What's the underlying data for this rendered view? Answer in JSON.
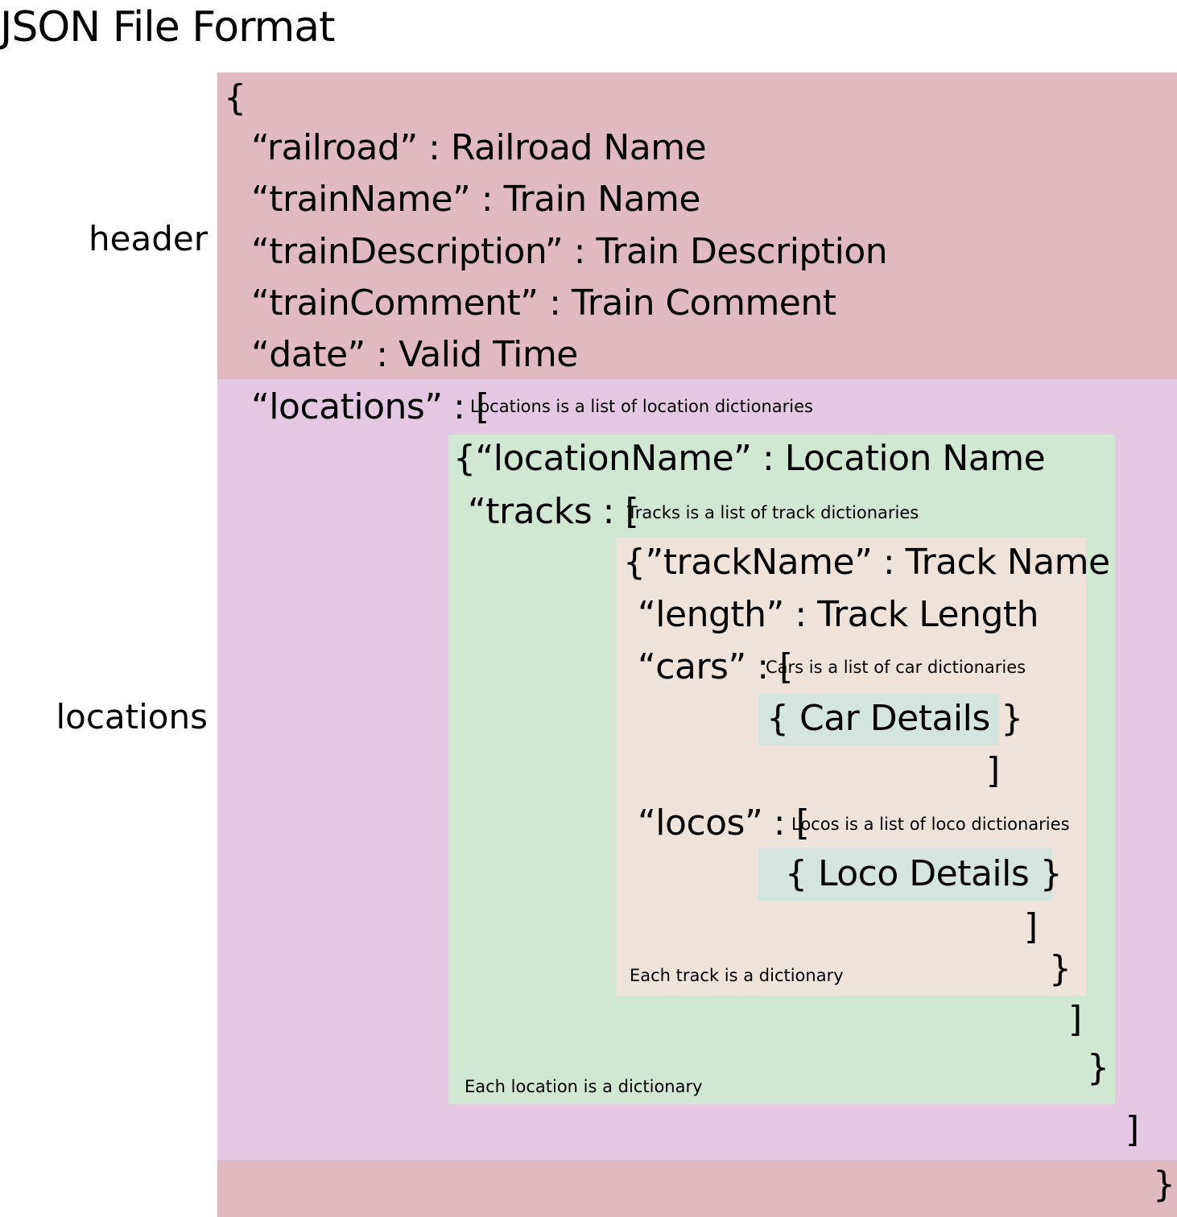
{
  "title": "JSON File Format",
  "colors": {
    "header": "#e0bac0",
    "locations": "#e4c8e3",
    "location": "#d0e7d2",
    "track": "#efe3d9",
    "details": "#d3e5de"
  },
  "side_labels": {
    "header": "header",
    "locations": "locations"
  },
  "header": {
    "open_brace": "{",
    "lines": [
      "“railroad” : Railroad Name",
      "“trainName” : Train Name",
      "“trainDescription” : Train Description",
      "“trainComment” : Train Comment",
      "“date” : Valid Time"
    ],
    "close_brace": "}"
  },
  "locations": {
    "key": "“locations” : [",
    "note": "Locations is a list of location dictionaries",
    "close_bracket": "]",
    "location": {
      "name_line": "{“locationName” : Location Name",
      "tracks_key": "“tracks : [",
      "tracks_note": "Tracks is a list of track dictionaries",
      "tracks_close": "]",
      "close_brace": "}",
      "note": "Each location is a dictionary",
      "track": {
        "name_line": "{”trackName” : Track Name",
        "length_line": "“length” : Track Length",
        "cars_key": "“cars” : [",
        "cars_note": "Cars is a list of car dictionaries",
        "car_details": "{ Car Details }",
        "cars_close": "]",
        "locos_key": "“locos” : [",
        "locos_note": "Locos is a list of loco dictionaries",
        "loco_details": "{ Loco Details }",
        "locos_close": "]",
        "close_brace": "}",
        "note": "Each track is a dictionary"
      }
    }
  }
}
